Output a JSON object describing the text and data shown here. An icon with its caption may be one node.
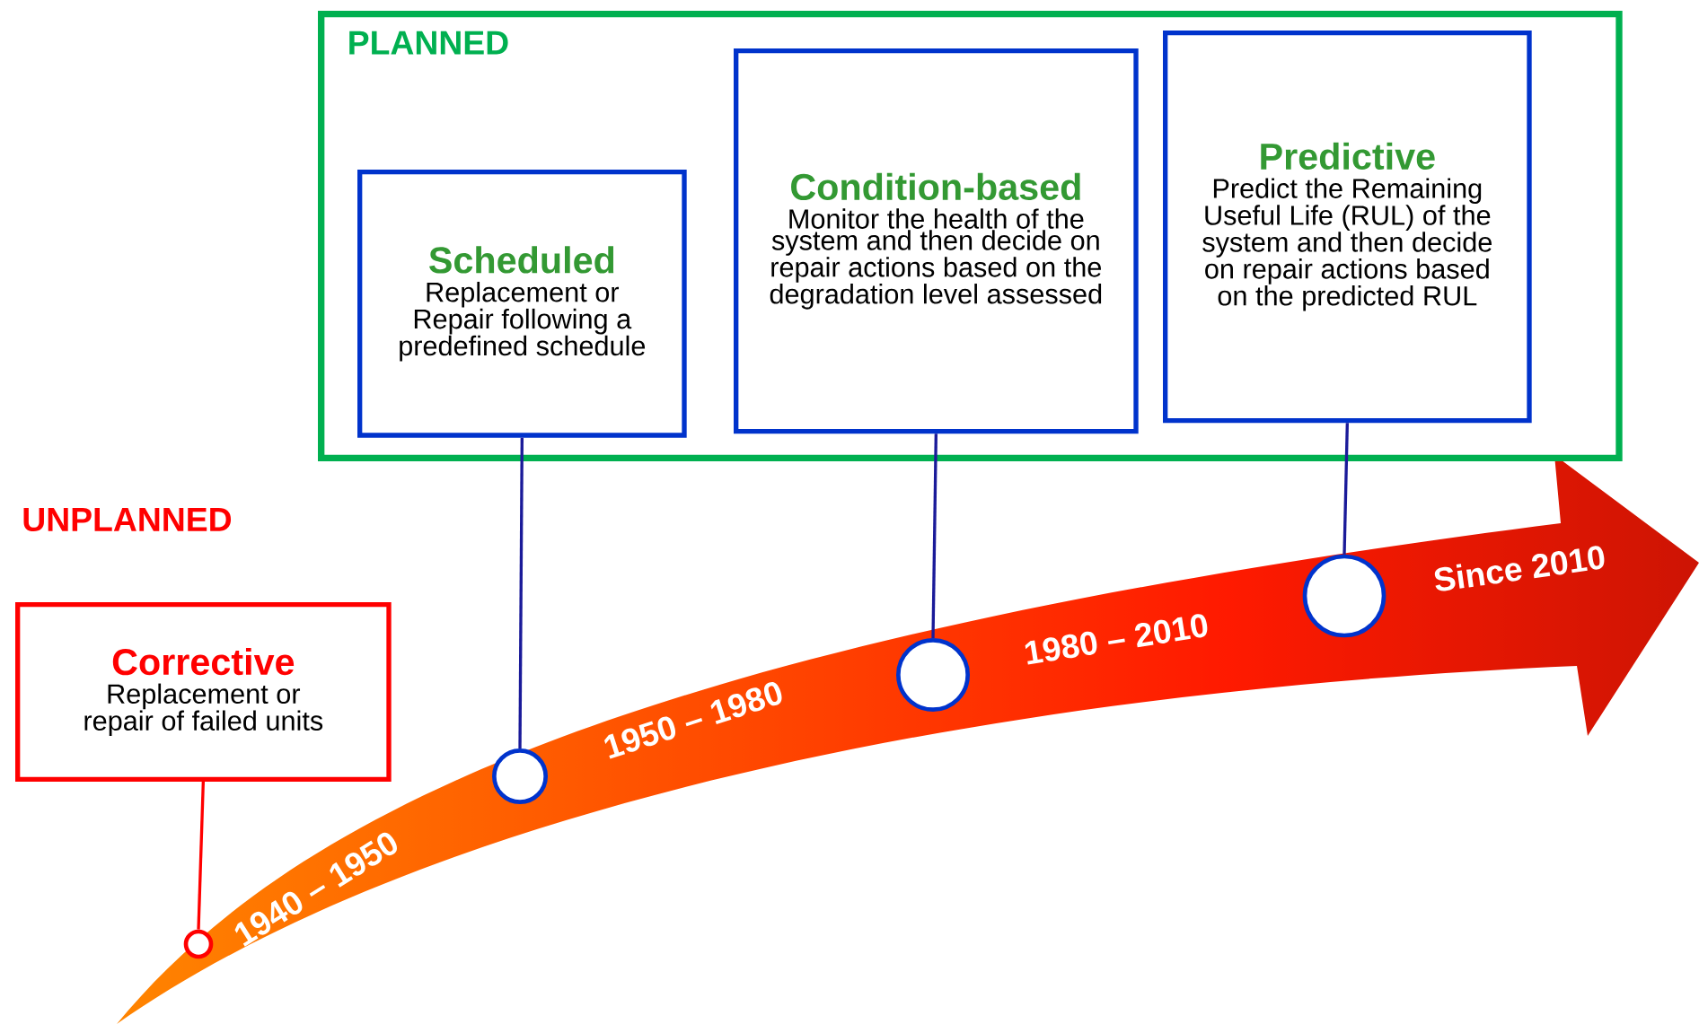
{
  "diagram": {
    "nodes": [
      {
        "text": [
          "PLANNED"
        ]
      },
      {
        "text": [
          "Scheduled",
          "Replacement or Repair following a predefined schedule"
        ],
        "in": 0
      },
      {
        "text": [
          "Condition-based",
          "Monitor the health of the system and then decide on repair actions based on the degradation level assessed"
        ],
        "in": 0
      },
      {
        "text": [
          "Predictive",
          "Predict the Remaining Useful Life (RUL) of the system and then decide on repair actions based on the predicted RUL"
        ],
        "in": 0
      },
      {
        "text": [
          "Corrective",
          "Replacement or repair of failed units"
        ]
      },
      {
        "text": [],
        "shape": "circle"
      },
      {
        "text": [],
        "shape": "circle"
      },
      {
        "text": [],
        "shape": "circle"
      },
      {
        "text": [],
        "shape": "circle"
      }
    ],
    "edges": [
      {
        "from": 4,
        "to": 5,
        "arrow": "none",
        "color": "#ff0000"
      },
      {
        "from": 1,
        "to": 6,
        "arrow": "none"
      },
      {
        "from": 2,
        "to": 7,
        "arrow": "none"
      },
      {
        "from": 3,
        "to": 8,
        "arrow": "none"
      }
    ],
    "labels": [
      "UNPLANNED",
      "1940 – 1950",
      "1950 – 1980",
      "1980 – 2010",
      "Since 2010"
    ]
  }
}
